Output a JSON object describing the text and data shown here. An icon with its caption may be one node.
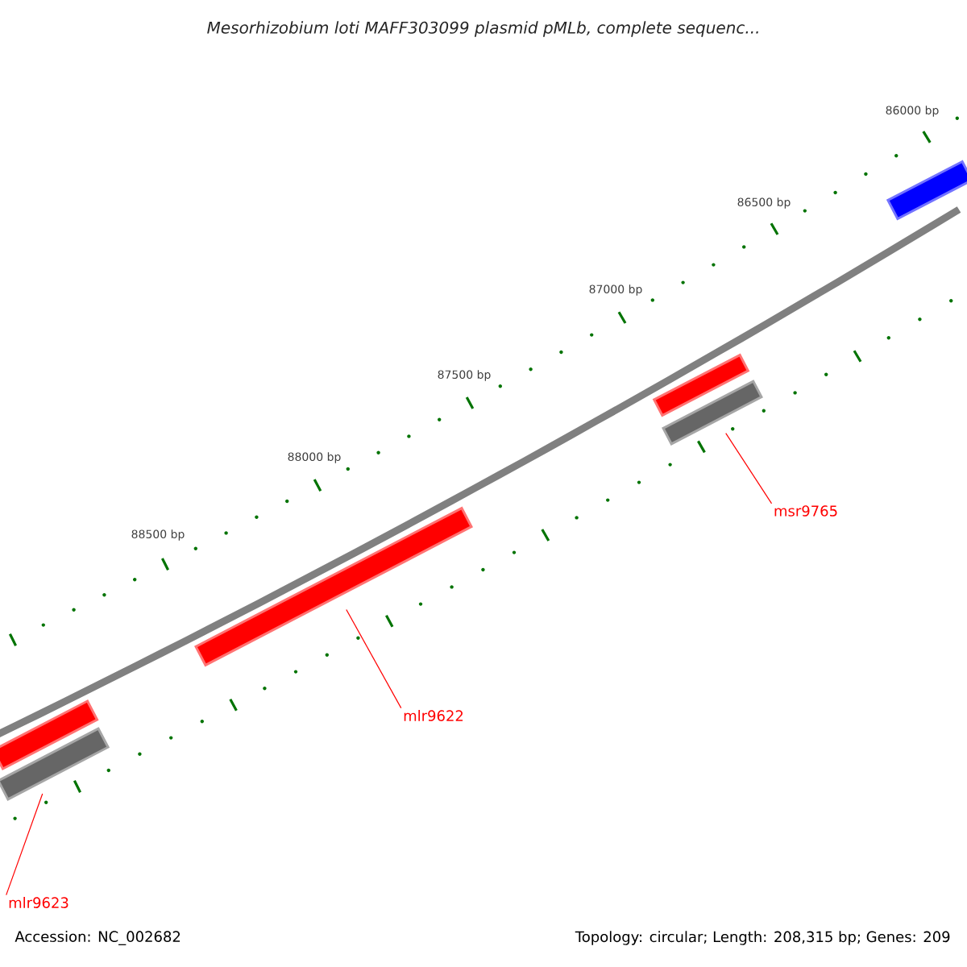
{
  "diagram": {
    "title": "Mesorhizobium loti MAFF303099 plasmid pMLb, complete sequenc...",
    "nodes": [
      {
        "text": [],
        "shape": "bar"
      },
      {
        "text": [],
        "shape": "bar"
      },
      {
        "text": [],
        "shape": "bar"
      },
      {
        "text": [],
        "shape": "bar"
      },
      {
        "text": [],
        "shape": "bar"
      },
      {
        "text": [],
        "shape": "bar"
      },
      {
        "text": [
          "mlr9623"
        ]
      },
      {
        "text": [
          "mlr9622"
        ]
      },
      {
        "text": [
          "msr9765"
        ]
      }
    ],
    "edges": [
      {
        "from": 6,
        "to": 1,
        "arrow": "none"
      },
      {
        "from": 7,
        "to": 2,
        "arrow": "none"
      },
      {
        "from": 8,
        "to": 4,
        "arrow": "none"
      }
    ],
    "labels": [
      "86000 bp",
      "86500 bp",
      "87000 bp",
      "87500 bp",
      "88000 bp",
      "88500 bp",
      "Accession: NC_002682",
      "Topology: circular; Length: 208,315 bp; Genes: 209"
    ]
  }
}
